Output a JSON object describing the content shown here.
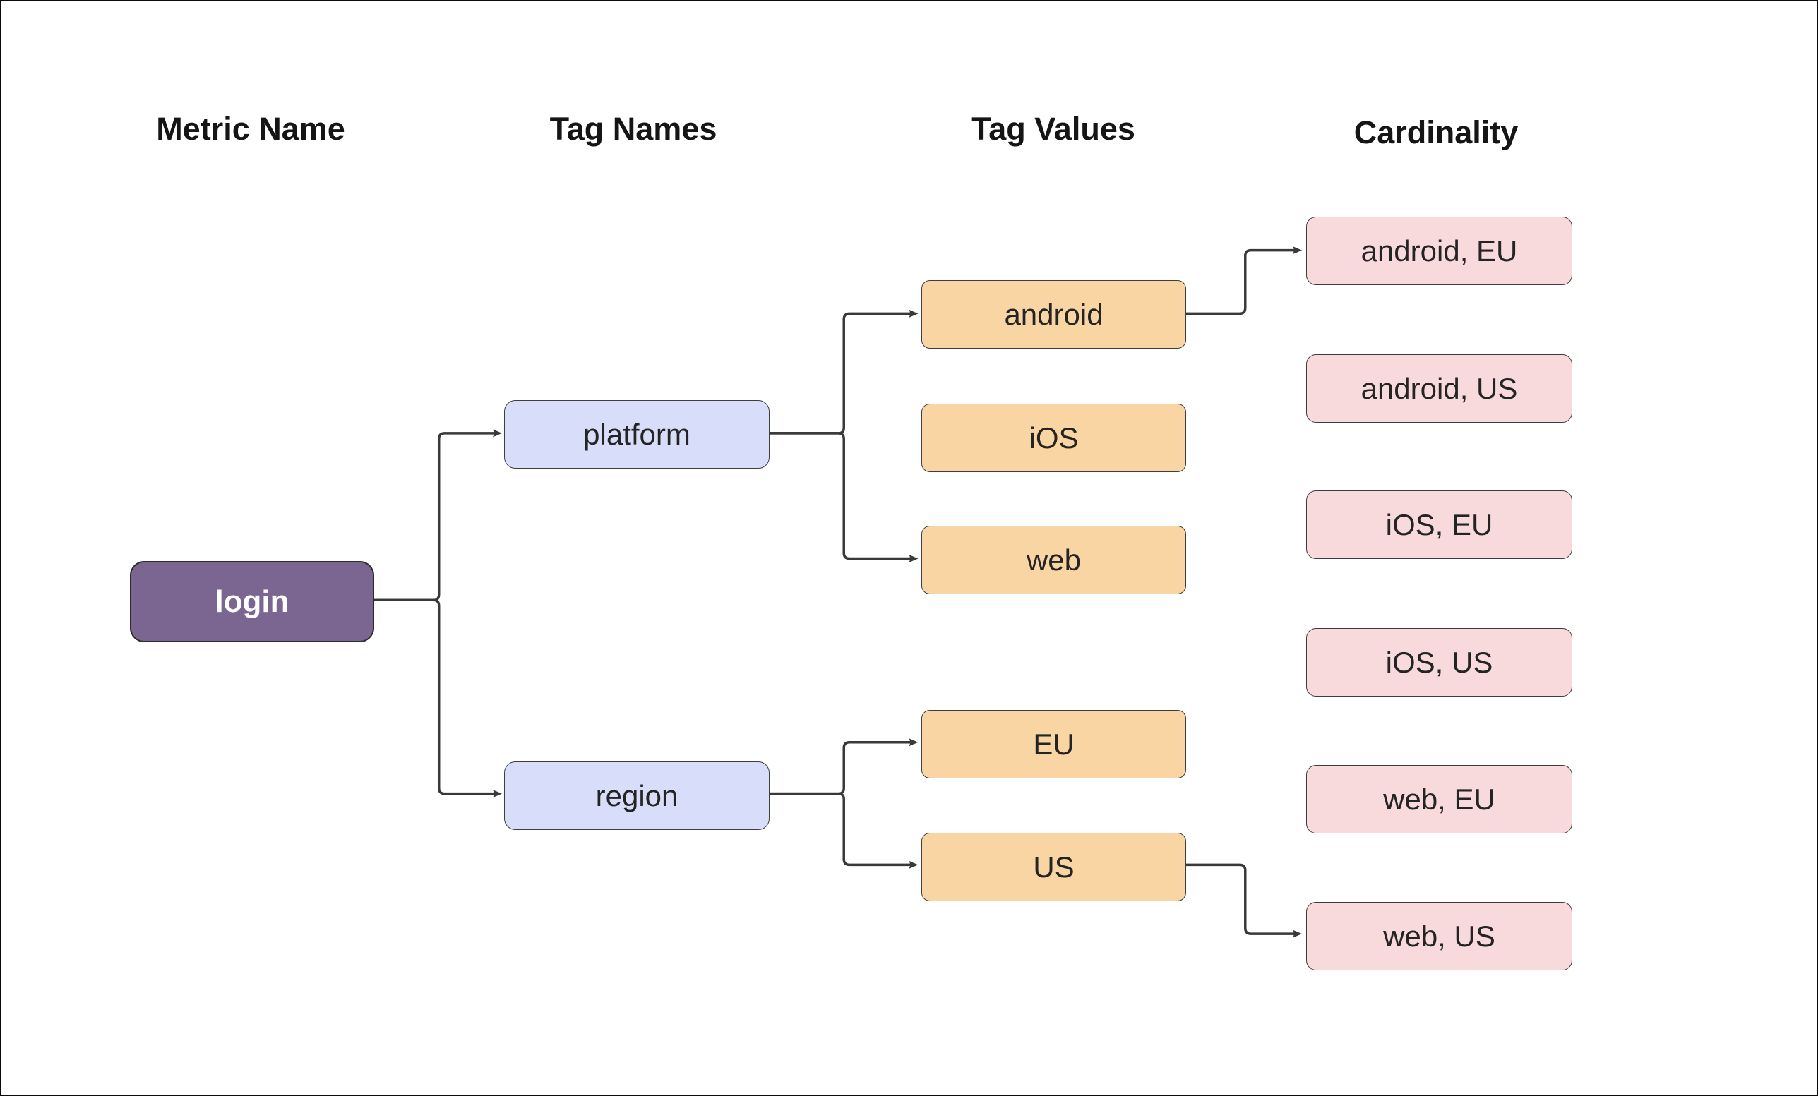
{
  "diagram": {
    "title_headers": [
      {
        "id": "metric-name",
        "label": "Metric Name"
      },
      {
        "id": "tag-names",
        "label": "Tag Names"
      },
      {
        "id": "tag-values",
        "label": "Tag Values"
      },
      {
        "id": "cardinality",
        "label": "Cardinality"
      }
    ],
    "nodes": {
      "login": {
        "label": "login",
        "type": "metric"
      },
      "platform": {
        "label": "platform",
        "type": "tag-name"
      },
      "region": {
        "label": "region",
        "type": "tag-name"
      },
      "android": {
        "label": "android",
        "type": "tag-value"
      },
      "ios": {
        "label": "iOS",
        "type": "tag-value"
      },
      "web": {
        "label": "web",
        "type": "tag-value"
      },
      "eu": {
        "label": "EU",
        "type": "tag-value"
      },
      "us": {
        "label": "US",
        "type": "tag-value"
      },
      "android_eu": {
        "label": "android, EU",
        "type": "cardinality"
      },
      "android_us": {
        "label": "android, US",
        "type": "cardinality"
      },
      "ios_eu": {
        "label": "iOS, EU",
        "type": "cardinality"
      },
      "ios_us": {
        "label": "iOS, US",
        "type": "cardinality"
      },
      "web_eu": {
        "label": "web, EU",
        "type": "cardinality"
      },
      "web_us": {
        "label": "web, US",
        "type": "cardinality"
      }
    },
    "edges": [
      {
        "from": "login",
        "to": "platform"
      },
      {
        "from": "login",
        "to": "region"
      },
      {
        "from": "platform",
        "to": "android"
      },
      {
        "from": "platform",
        "to": "web"
      },
      {
        "from": "region",
        "to": "EU"
      },
      {
        "from": "region",
        "to": "US"
      },
      {
        "from": "android",
        "to": "android, EU"
      },
      {
        "from": "US",
        "to": "web, US"
      }
    ],
    "colors": {
      "background": "#ffffff",
      "header_text": "#151515",
      "text": "#242424",
      "metric_fill": "#7a6690",
      "metric_text": "#ffffff",
      "tag_name_fill": "#d8def9",
      "tag_value_fill": "#f8d5a2",
      "cardinality_fill": "#f8d9dc",
      "edge": "#393939"
    }
  }
}
